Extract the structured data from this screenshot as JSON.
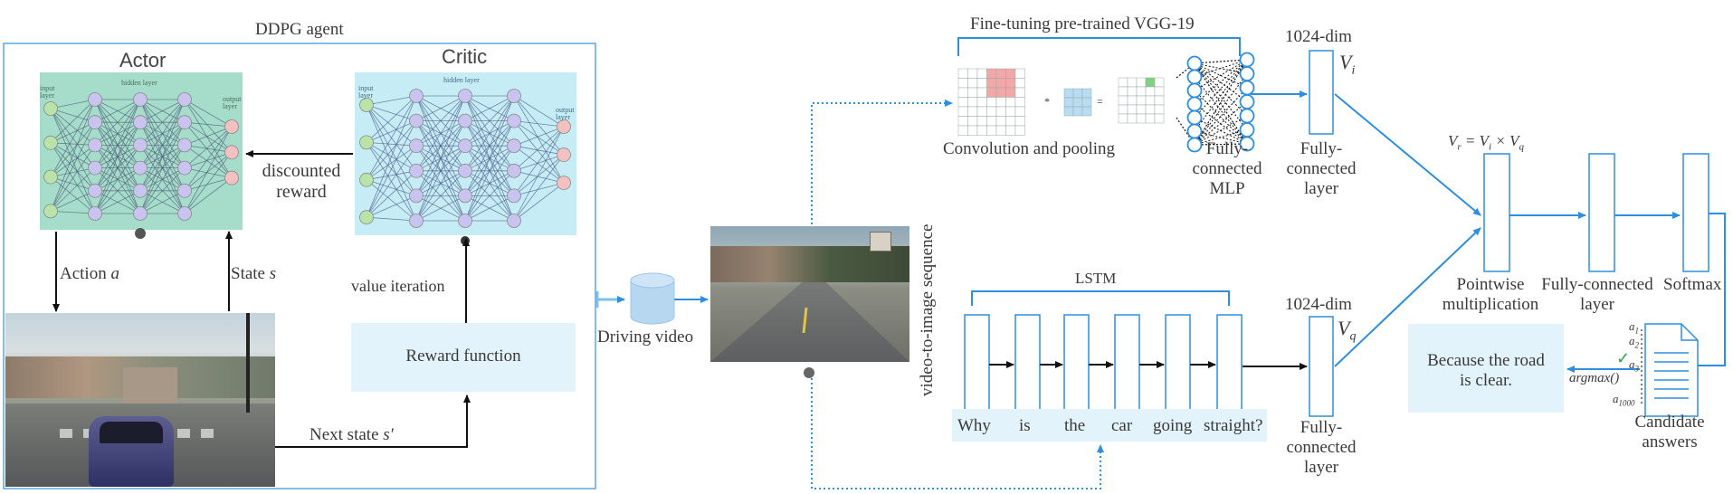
{
  "agent_title": "DDPG agent",
  "actor": {
    "title": "Actor",
    "input_layer": "input\nlayer",
    "hidden_layer": "hidden layer",
    "output_layer": "output\nlayer"
  },
  "critic": {
    "title": "Critic",
    "input_layer": "input\nlayer",
    "hidden_layer": "hidden layer",
    "output_layer": "output\nlayer"
  },
  "discounted_reward": [
    "discounted",
    "reward"
  ],
  "action_label": "Action",
  "action_var": "a",
  "state_label": "State",
  "state_var": "s",
  "value_iteration": "value iteration",
  "reward_function": "Reward function",
  "next_state_label": "Next state",
  "next_state_var": "s′",
  "driving_video": "Driving video",
  "video_to_image": "video-to-image sequence",
  "vgg_title": "Fine-tuning pre-trained VGG-19",
  "conv_pooling": "Convolution and pooling",
  "fc_mlp": [
    "Fully-",
    "connected",
    "MLP"
  ],
  "fc_layer_top": [
    "Fully-",
    "connected",
    "layer"
  ],
  "dim_top": "1024-dim",
  "vi": "V",
  "vi_sub": "i",
  "lstm_title": "LSTM",
  "question_words": [
    "Why",
    "is",
    "the",
    "car",
    "going",
    "straight?"
  ],
  "dim_bottom": "1024-dim",
  "vq": "V",
  "vq_sub": "q",
  "fc_layer_bottom": [
    "Fully-",
    "connected",
    "layer"
  ],
  "vr_formula": "V_r = V_i × V_q",
  "pointwise": [
    "Pointwise",
    "multiplication"
  ],
  "fc_layer_right": [
    "Fully-connected",
    "layer"
  ],
  "softmax": "Softmax",
  "answer_box": [
    "Because the road",
    "is clear."
  ],
  "candidate": [
    "Candidate",
    "answers"
  ],
  "argmax": "argmax()",
  "a_labels": [
    "a1",
    "a2",
    "a3",
    "a1000"
  ],
  "colors": {
    "blue": "#2e8ee0",
    "light_blue_fill": "#e3f3fb",
    "actor_bg": "#a6dcca",
    "critic_bg": "#c6ecf6",
    "node_purple": "#c9c3ef",
    "node_green": "#b9e3a8",
    "node_red": "#f4c1c1"
  }
}
